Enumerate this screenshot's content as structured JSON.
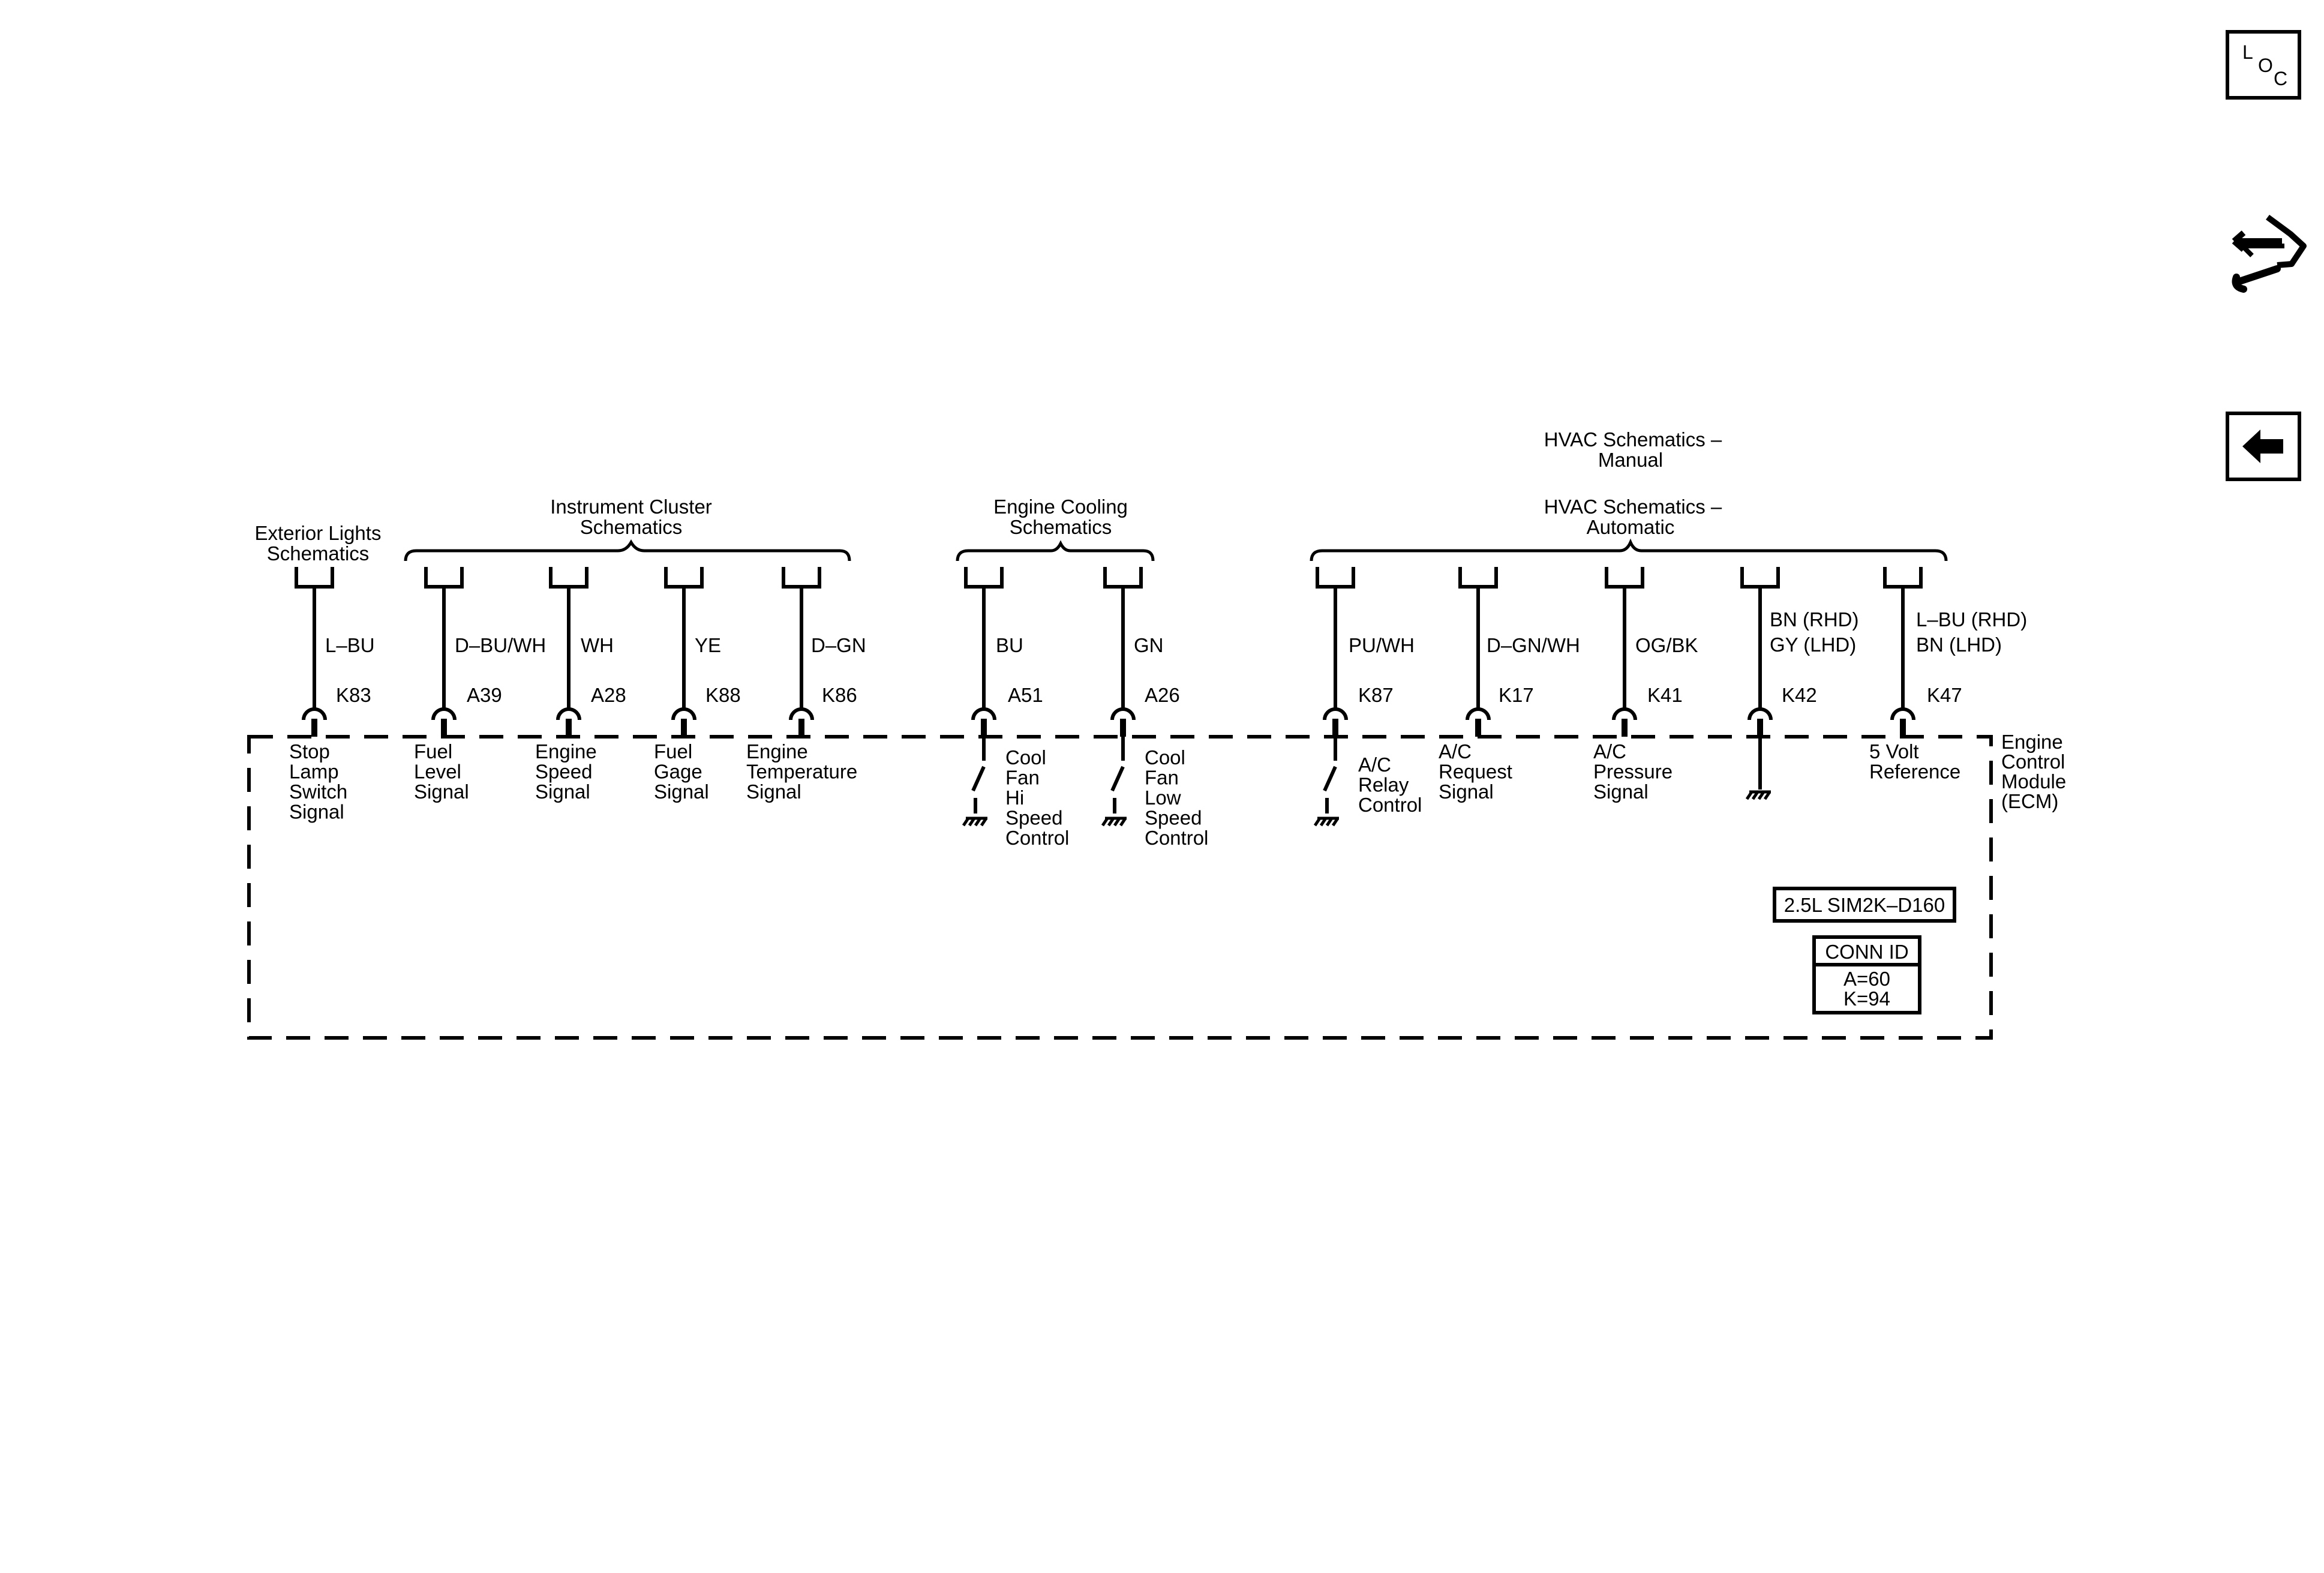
{
  "nav": {
    "loc_button": {
      "icon": "loc-icon",
      "letters": [
        "L",
        "O",
        "C"
      ]
    },
    "swap_button": {
      "icon": "connector-swap-icon"
    },
    "back_button": {
      "icon": "back-arrow-icon"
    }
  },
  "groups": {
    "exterior_lights": [
      "Exterior Lights",
      "Schematics"
    ],
    "instrument_cluster": [
      "Instrument Cluster",
      "Schematics"
    ],
    "engine_cooling": [
      "Engine Cooling",
      "Schematics"
    ],
    "hvac_manual": [
      "HVAC Schematics –",
      "Manual"
    ],
    "hvac_automatic": [
      "HVAC Schematics –",
      "Automatic"
    ]
  },
  "circuits": [
    {
      "wire": [
        "L–BU"
      ],
      "pin": "K83",
      "signal": [
        "Stop",
        "Lamp",
        "Switch",
        "Signal"
      ]
    },
    {
      "wire": [
        "D–BU/WH"
      ],
      "pin": "A39",
      "signal": [
        "Fuel",
        "Level",
        "Signal"
      ]
    },
    {
      "wire": [
        "WH"
      ],
      "pin": "A28",
      "signal": [
        "Engine",
        "Speed",
        "Signal"
      ]
    },
    {
      "wire": [
        "YE"
      ],
      "pin": "K88",
      "signal": [
        "Fuel",
        "Gage",
        "Signal"
      ]
    },
    {
      "wire": [
        "D–GN"
      ],
      "pin": "K86",
      "signal": [
        "Engine",
        "Temperature",
        "Signal"
      ]
    },
    {
      "wire": [
        "BU"
      ],
      "pin": "A51",
      "signal": [
        "Cool",
        "Fan",
        "Hi",
        "Speed",
        "Control"
      ]
    },
    {
      "wire": [
        "GN"
      ],
      "pin": "A26",
      "signal": [
        "Cool",
        "Fan",
        "Low",
        "Speed",
        "Control"
      ]
    },
    {
      "wire": [
        "PU/WH"
      ],
      "pin": "K87",
      "signal": [
        "A/C",
        "Relay",
        "Control"
      ]
    },
    {
      "wire": [
        "D–GN/WH"
      ],
      "pin": "K17",
      "signal": [
        "A/C",
        "Request",
        "Signal"
      ]
    },
    {
      "wire": [
        "OG/BK"
      ],
      "pin": "K41",
      "signal": [
        "A/C",
        "Pressure",
        "Signal"
      ]
    },
    {
      "wire": [
        "BN (RHD)",
        "GY (LHD)"
      ],
      "pin": "K42",
      "signal": []
    },
    {
      "wire": [
        "L–BU (RHD)",
        "BN (LHD)"
      ],
      "pin": "K47",
      "signal": [
        "5 Volt",
        "Reference"
      ]
    }
  ],
  "module": {
    "name": [
      "Engine",
      "Control",
      "Module",
      "(ECM)"
    ],
    "engine_tag": "2.5L SIM2K–D160",
    "conn_id_title": "CONN ID",
    "conn_id_values": [
      "A=60",
      "K=94"
    ]
  }
}
